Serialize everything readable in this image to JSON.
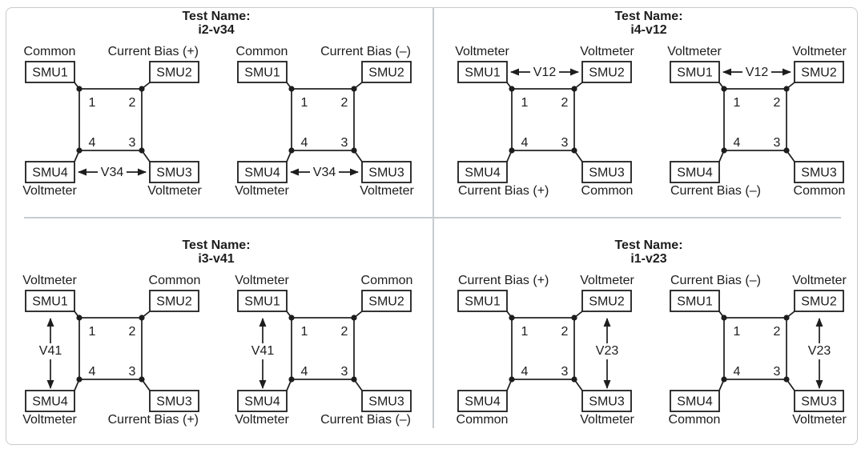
{
  "colors": {
    "line": "#1d1d1d",
    "divider": "#c7cbce",
    "background": "#ffffff"
  },
  "figure": {
    "tests": [
      {
        "title_prefix": "Test Name:",
        "title": "i2-v34",
        "variants": [
          {
            "labels": {
              "top_left": "Common",
              "top_right": "Current Bias (+)",
              "bottom_left": "Voltmeter",
              "bottom_right": "Voltmeter"
            },
            "boxes": {
              "top_left": "SMU1",
              "top_right": "SMU2",
              "bottom_left": "SMU4",
              "bottom_right": "SMU3"
            },
            "corner_numbers": {
              "top_left": "1",
              "top_right": "2",
              "bottom_left": "4",
              "bottom_right": "3"
            },
            "measure_arrow": {
              "side": "bottom",
              "label": "V34"
            }
          },
          {
            "labels": {
              "top_left": "Common",
              "top_right": "Current Bias (–)",
              "bottom_left": "Voltmeter",
              "bottom_right": "Voltmeter"
            },
            "boxes": {
              "top_left": "SMU1",
              "top_right": "SMU2",
              "bottom_left": "SMU4",
              "bottom_right": "SMU3"
            },
            "corner_numbers": {
              "top_left": "1",
              "top_right": "2",
              "bottom_left": "4",
              "bottom_right": "3"
            },
            "measure_arrow": {
              "side": "bottom",
              "label": "V34"
            }
          }
        ]
      },
      {
        "title_prefix": "Test Name:",
        "title": "i4-v12",
        "variants": [
          {
            "labels": {
              "top_left": "Voltmeter",
              "top_right": "Voltmeter",
              "bottom_left": "Current Bias (+)",
              "bottom_right": "Common"
            },
            "boxes": {
              "top_left": "SMU1",
              "top_right": "SMU2",
              "bottom_left": "SMU4",
              "bottom_right": "SMU3"
            },
            "corner_numbers": {
              "top_left": "1",
              "top_right": "2",
              "bottom_left": "4",
              "bottom_right": "3"
            },
            "measure_arrow": {
              "side": "top",
              "label": "V12"
            }
          },
          {
            "labels": {
              "top_left": "Voltmeter",
              "top_right": "Voltmeter",
              "bottom_left": "Current Bias (–)",
              "bottom_right": "Common"
            },
            "boxes": {
              "top_left": "SMU1",
              "top_right": "SMU2",
              "bottom_left": "SMU4",
              "bottom_right": "SMU3"
            },
            "corner_numbers": {
              "top_left": "1",
              "top_right": "2",
              "bottom_left": "4",
              "bottom_right": "3"
            },
            "measure_arrow": {
              "side": "top",
              "label": "V12"
            }
          }
        ]
      },
      {
        "title_prefix": "Test Name:",
        "title": "i3-v41",
        "variants": [
          {
            "labels": {
              "top_left": "Voltmeter",
              "top_right": "Common",
              "bottom_left": "Voltmeter",
              "bottom_right": "Current Bias (+)"
            },
            "boxes": {
              "top_left": "SMU1",
              "top_right": "SMU2",
              "bottom_left": "SMU4",
              "bottom_right": "SMU3"
            },
            "corner_numbers": {
              "top_left": "1",
              "top_right": "2",
              "bottom_left": "4",
              "bottom_right": "3"
            },
            "measure_arrow": {
              "side": "left",
              "label": "V41"
            }
          },
          {
            "labels": {
              "top_left": "Voltmeter",
              "top_right": "Common",
              "bottom_left": "Voltmeter",
              "bottom_right": "Current Bias (–)"
            },
            "boxes": {
              "top_left": "SMU1",
              "top_right": "SMU2",
              "bottom_left": "SMU4",
              "bottom_right": "SMU3"
            },
            "corner_numbers": {
              "top_left": "1",
              "top_right": "2",
              "bottom_left": "4",
              "bottom_right": "3"
            },
            "measure_arrow": {
              "side": "left",
              "label": "V41"
            }
          }
        ]
      },
      {
        "title_prefix": "Test Name:",
        "title": "i1-v23",
        "variants": [
          {
            "labels": {
              "top_left": "Current Bias (+)",
              "top_right": "Voltmeter",
              "bottom_left": "Common",
              "bottom_right": "Voltmeter"
            },
            "boxes": {
              "top_left": "SMU1",
              "top_right": "SMU2",
              "bottom_left": "SMU4",
              "bottom_right": "SMU3"
            },
            "corner_numbers": {
              "top_left": "1",
              "top_right": "2",
              "bottom_left": "4",
              "bottom_right": "3"
            },
            "measure_arrow": {
              "side": "right",
              "label": "V23"
            }
          },
          {
            "labels": {
              "top_left": "Current Bias (–)",
              "top_right": "Voltmeter",
              "bottom_left": "Common",
              "bottom_right": "Voltmeter"
            },
            "boxes": {
              "top_left": "SMU1",
              "top_right": "SMU2",
              "bottom_left": "SMU4",
              "bottom_right": "SMU3"
            },
            "corner_numbers": {
              "top_left": "1",
              "top_right": "2",
              "bottom_left": "4",
              "bottom_right": "3"
            },
            "measure_arrow": {
              "side": "right",
              "label": "V23"
            }
          }
        ]
      }
    ]
  }
}
